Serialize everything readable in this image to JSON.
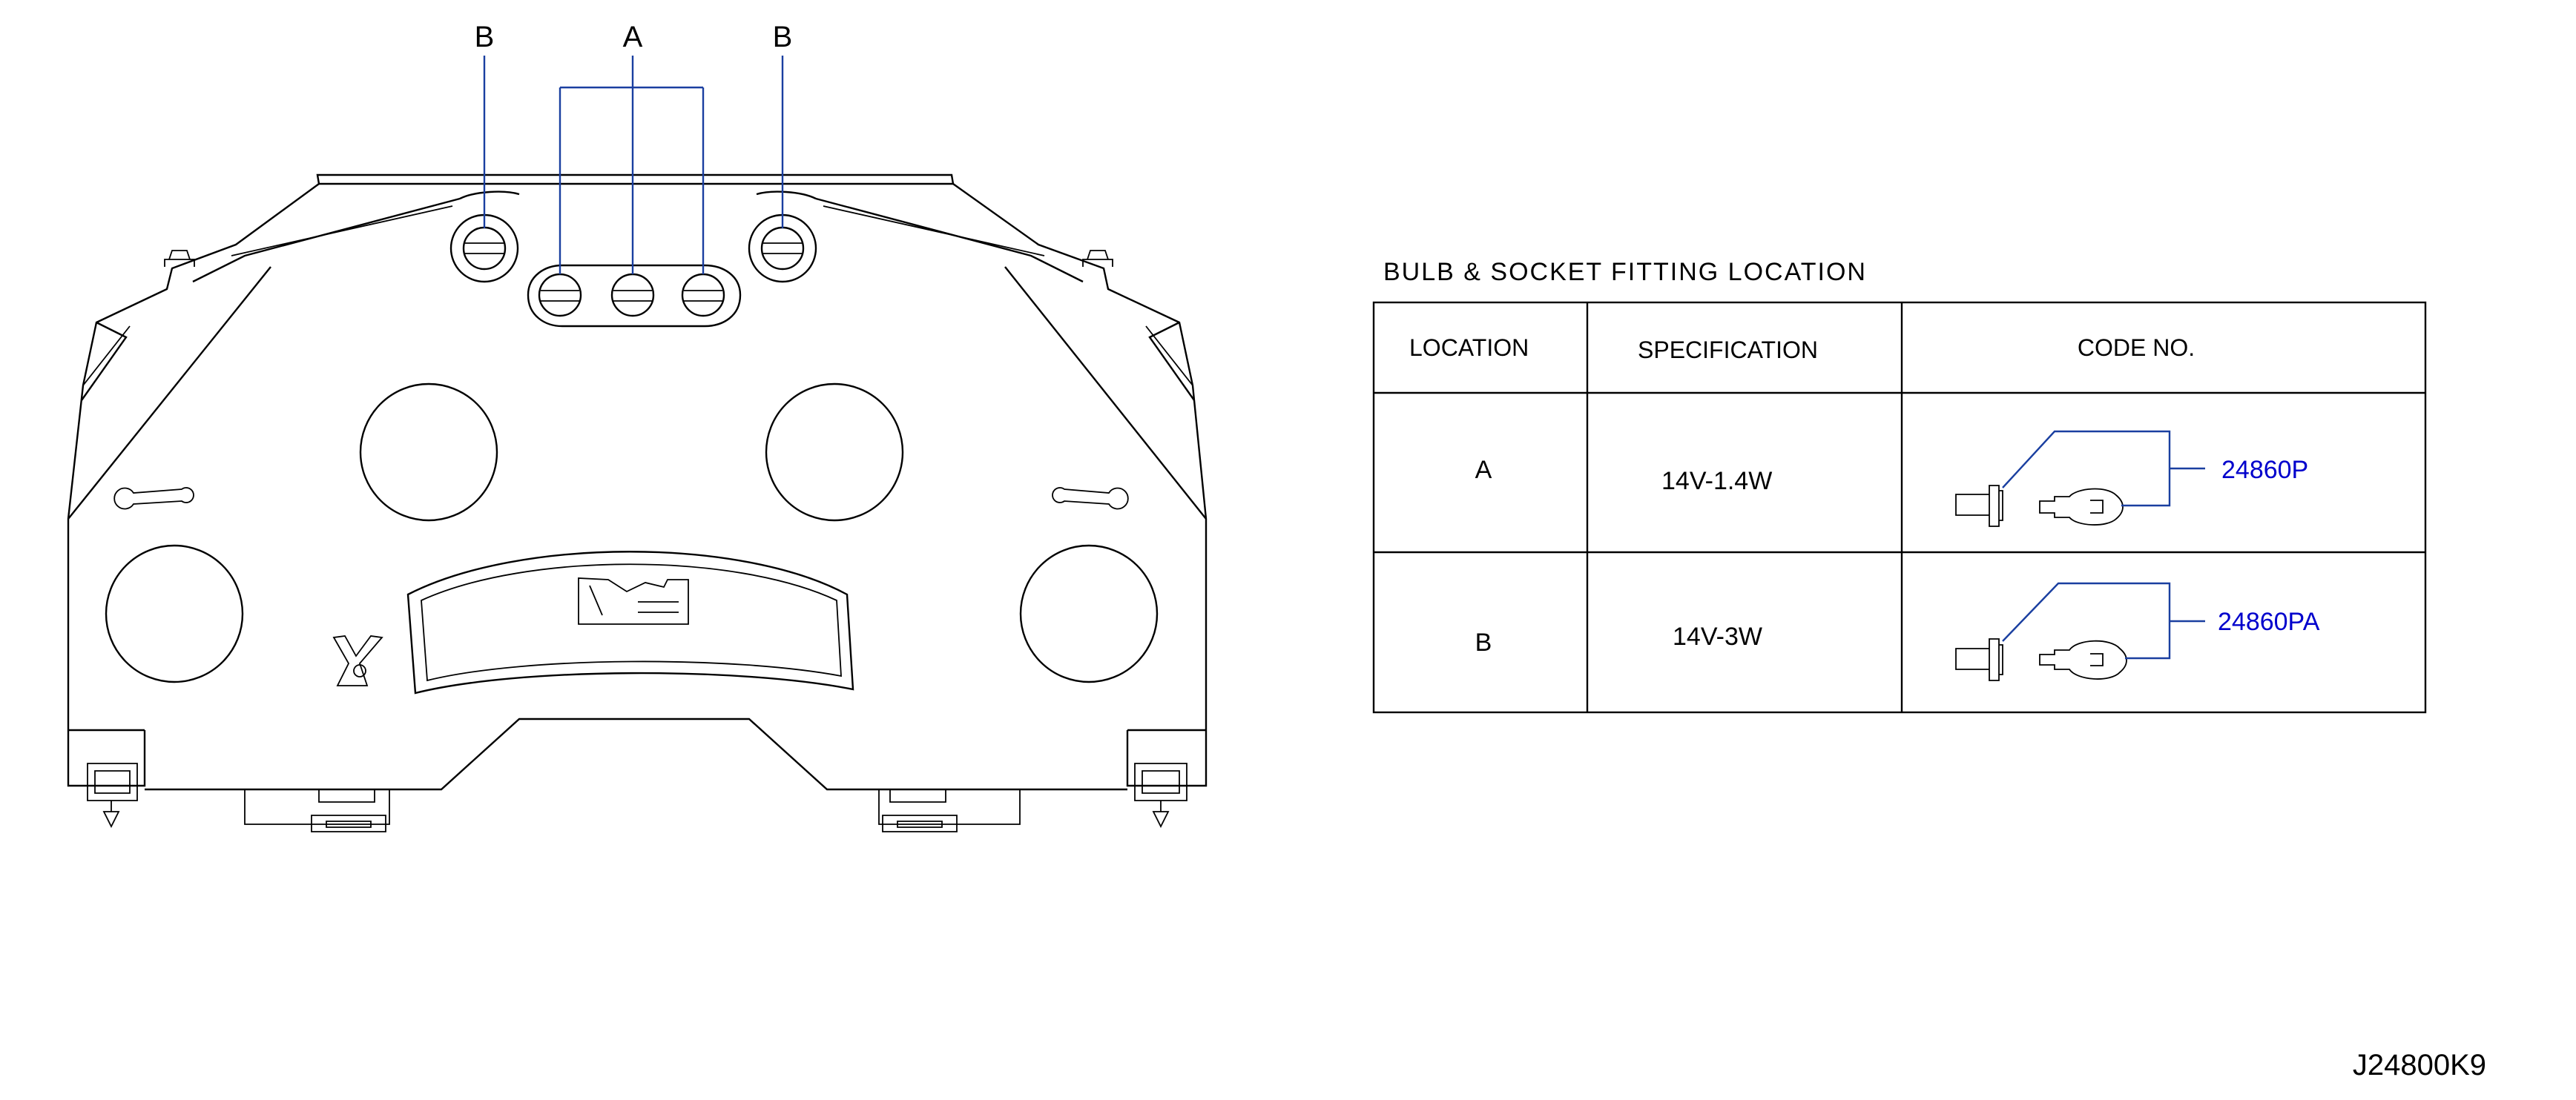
{
  "callouts": {
    "left": "B",
    "center": "A",
    "right": "B"
  },
  "table": {
    "title": "BULB  &  SOCKET  FITTING  LOCATION",
    "headers": {
      "location": "LOCATION",
      "specification": "SPECIFICATION",
      "code": "CODE  NO."
    },
    "rows": [
      {
        "location": "A",
        "specification": "14V-1.4W",
        "code": "24860P"
      },
      {
        "location": "B",
        "specification": "14V-3W",
        "code": "24860PA"
      }
    ]
  },
  "reference_code": "J24800K9",
  "colors": {
    "leader": "#1a3fa0",
    "code_text": "#0000cc",
    "line": "#000000"
  }
}
